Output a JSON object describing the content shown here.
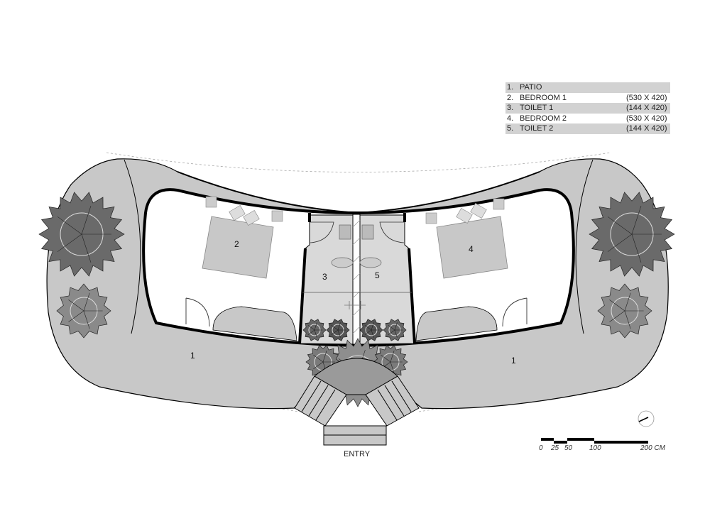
{
  "legend": [
    {
      "num": "1.",
      "name": "PATIO",
      "dim": ""
    },
    {
      "num": "2.",
      "name": "BEDROOM 1",
      "dim": "(530 X 420)"
    },
    {
      "num": "3.",
      "name": "TOILET 1",
      "dim": "(144 X 420)"
    },
    {
      "num": "4.",
      "name": "BEDROOM 2",
      "dim": "(530 X 420)"
    },
    {
      "num": "5.",
      "name": "TOILET 2",
      "dim": "(144 X 420)"
    }
  ],
  "room_labels": {
    "patio_left": "1",
    "patio_right": "1",
    "bedroom1": "2",
    "toilet1": "3",
    "bedroom2": "4",
    "toilet2": "5"
  },
  "entry_label": "ENTRY",
  "scale_bar": {
    "ticks": [
      "0",
      "25",
      "50",
      "100",
      "200 CM"
    ]
  },
  "colors": {
    "patio": "#c8c8c8",
    "wall": "#000000",
    "floor": "#d9d9d9",
    "legend_shade": "#d2d2d2"
  }
}
